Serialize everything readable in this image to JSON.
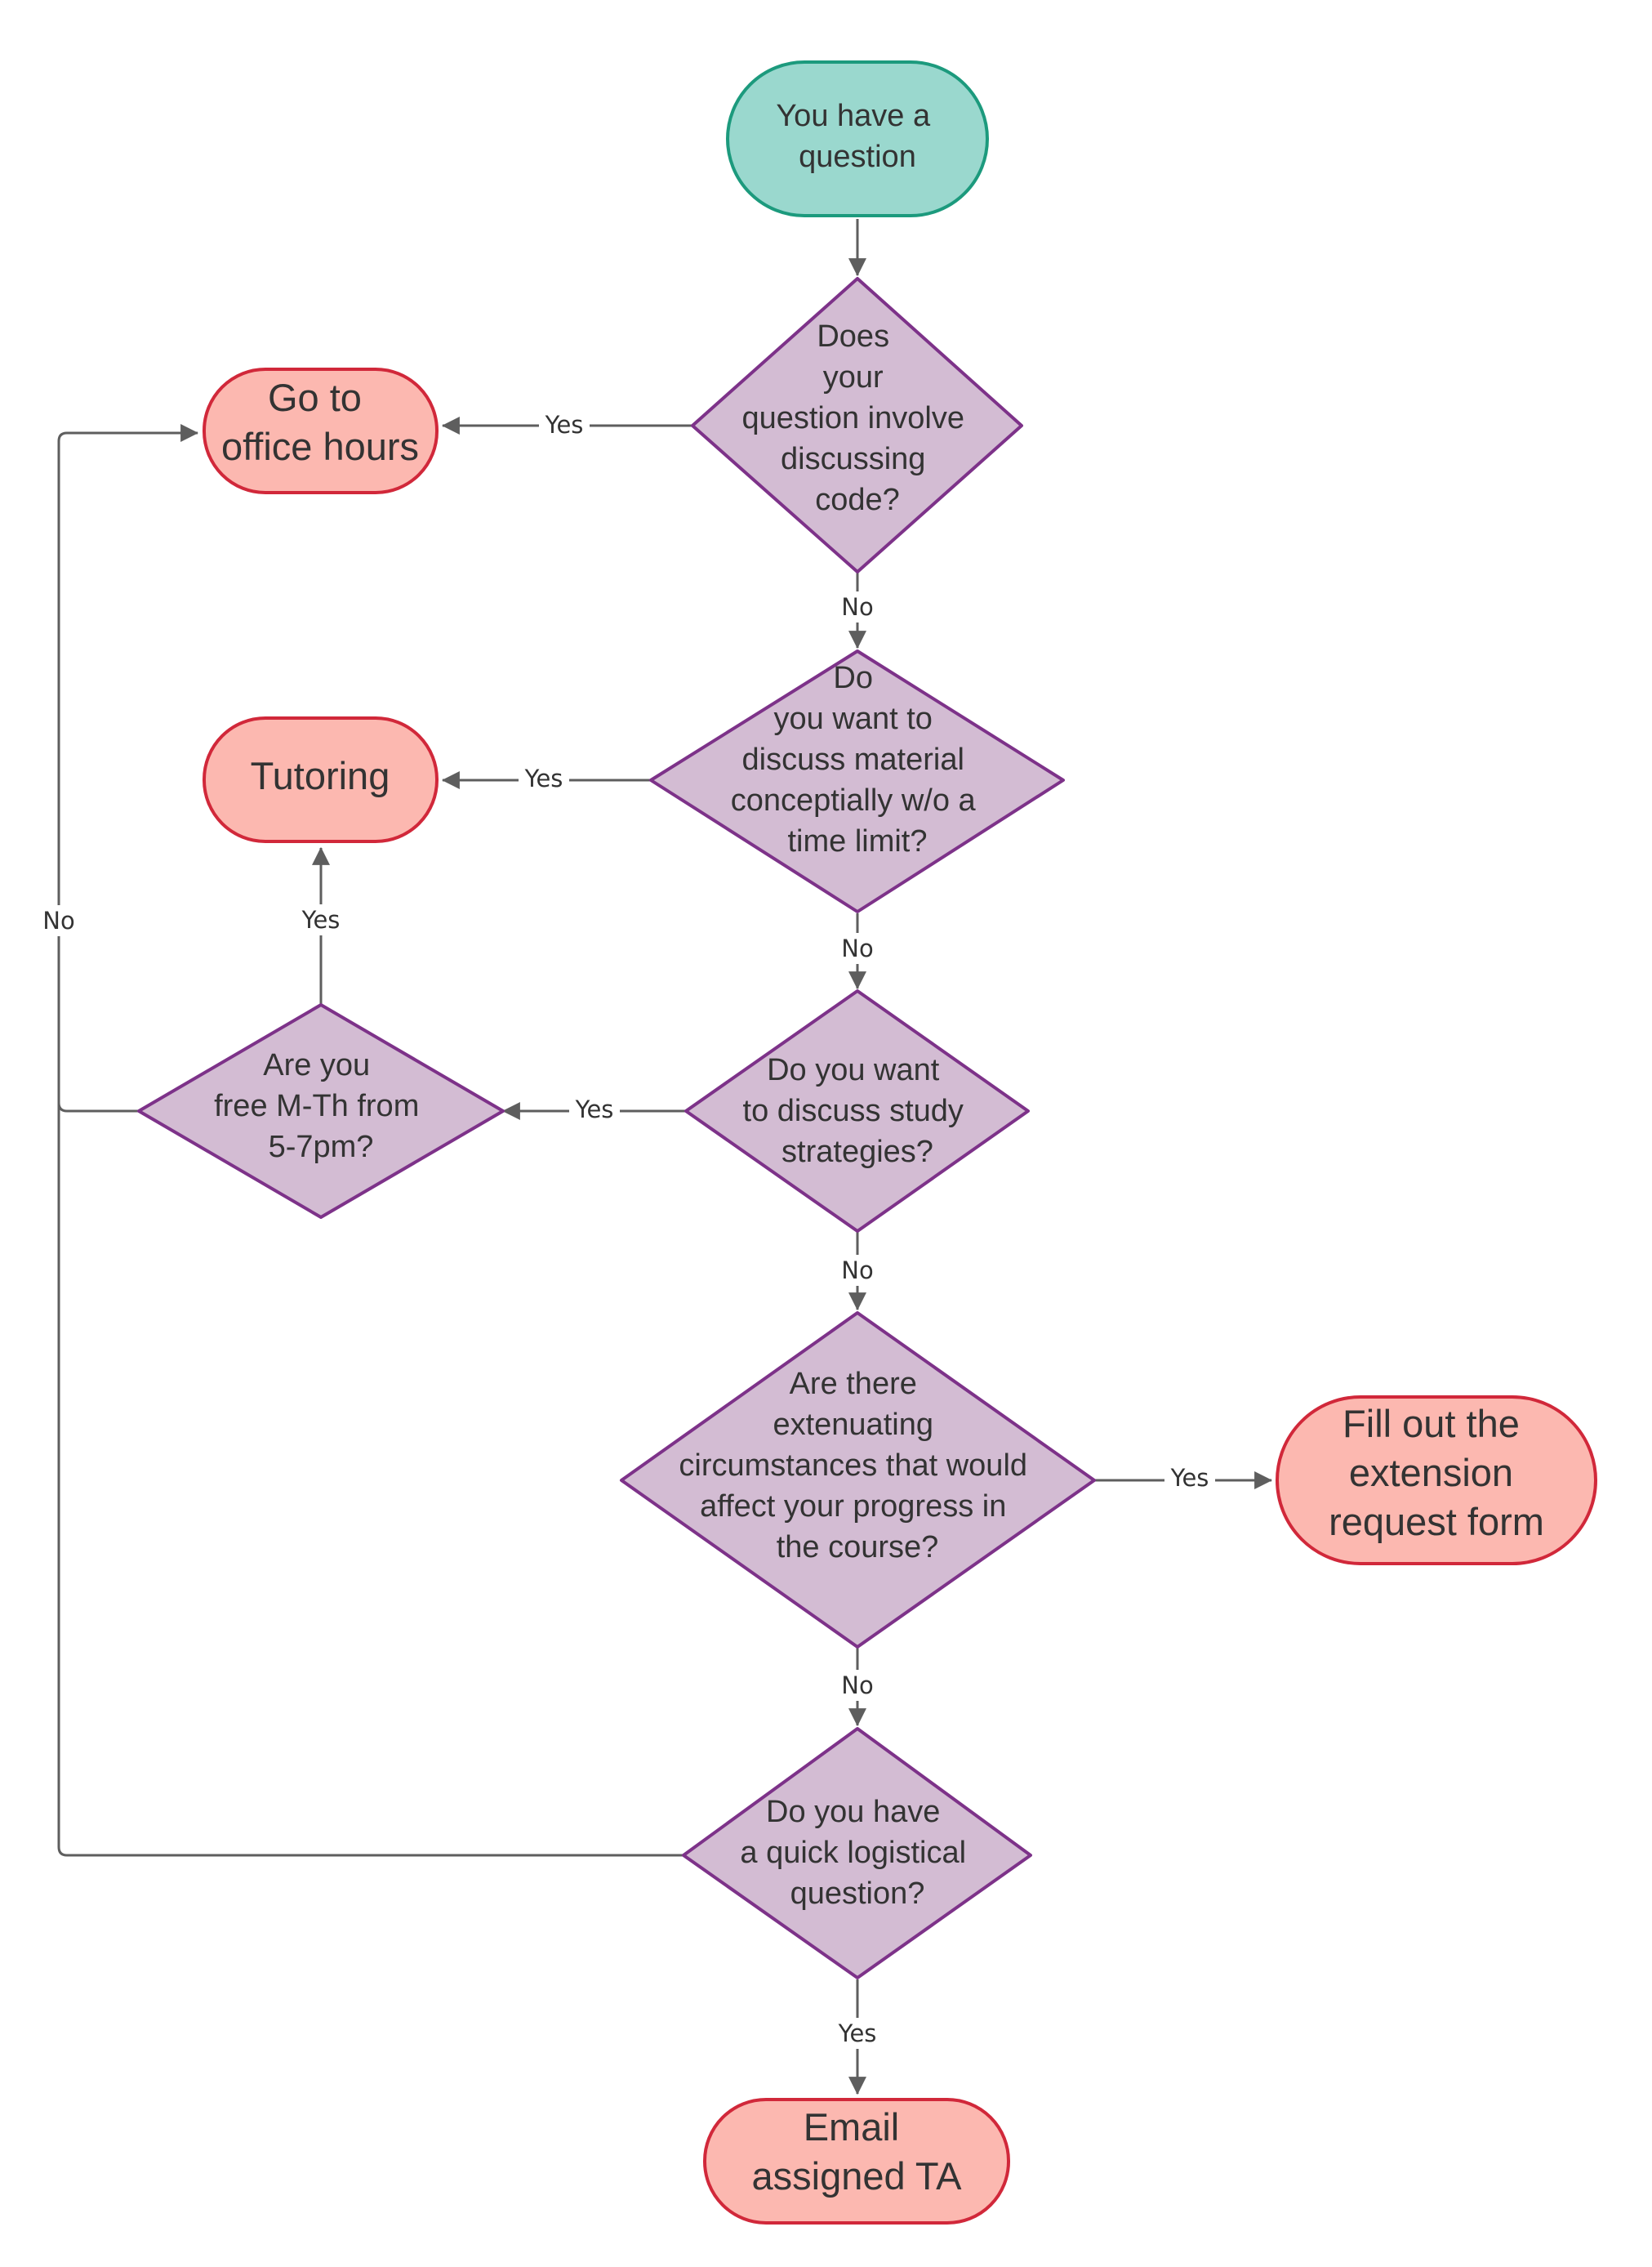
{
  "colors": {
    "start_fill": "#9ad8ce",
    "start_stroke": "#1c9a7d",
    "decision_fill": "#d3bcd3",
    "decision_stroke": "#7d3289",
    "terminal_fill": "#fcb8b0",
    "terminal_stroke": "#d1283a",
    "connector": "#5e5e5e",
    "text": "#333333"
  },
  "nodes": {
    "start": {
      "lines": [
        "You have a",
        "question"
      ]
    },
    "q_code": {
      "lines": [
        "Does",
        "your",
        "question involve",
        "discussing",
        "code?"
      ]
    },
    "q_conceptual": {
      "lines": [
        "Do",
        "you want to",
        "discuss material",
        "conceptially w/o a",
        "time limit?"
      ]
    },
    "q_study": {
      "lines": [
        "Do you want",
        "to discuss study",
        "strategies?"
      ]
    },
    "q_extenuating": {
      "lines": [
        "Are there",
        "extenuating",
        "circumstances that would",
        "affect your progress in",
        "the course?"
      ]
    },
    "q_logistical": {
      "lines": [
        "Do you have",
        "a quick logistical",
        "question?"
      ]
    },
    "q_free": {
      "lines": [
        "Are you",
        "free M-Th from",
        "5-7pm?"
      ]
    },
    "office_hours": {
      "lines": [
        "Go to",
        "office hours"
      ]
    },
    "tutoring": {
      "lines": [
        "Tutoring"
      ]
    },
    "extension": {
      "lines": [
        "Fill out the",
        "extension",
        "request form"
      ]
    },
    "email_ta": {
      "lines": [
        "Email",
        "assigned TA"
      ]
    }
  },
  "edge_labels": {
    "code_yes": "Yes",
    "code_no": "No",
    "conceptual_yes": "Yes",
    "conceptual_no": "No",
    "study_yes": "Yes",
    "study_no": "No",
    "free_yes": "Yes",
    "free_no": "No",
    "extenuating_yes": "Yes",
    "extenuating_no": "No",
    "logistical_yes": "Yes"
  }
}
